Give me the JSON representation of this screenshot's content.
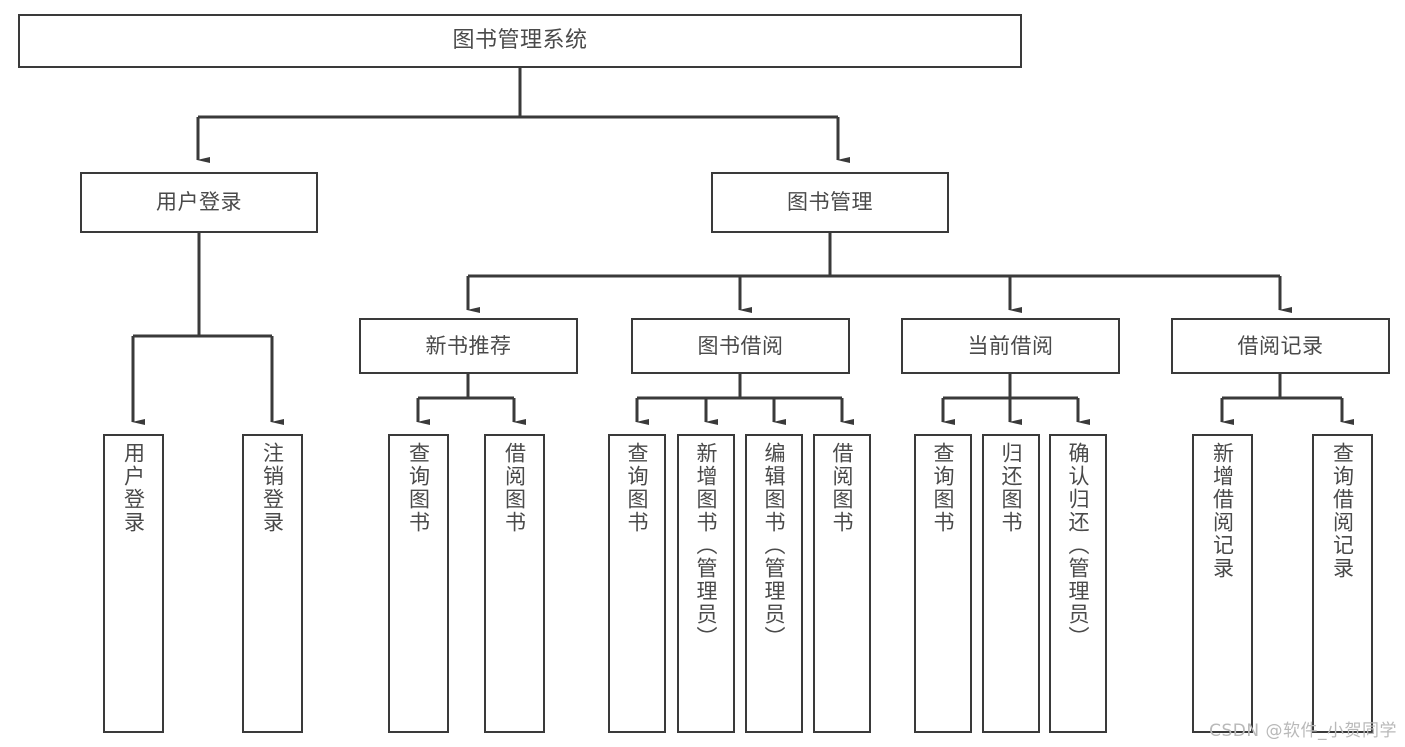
{
  "diagram": {
    "title": "图书管理系统",
    "type": "tree-hierarchy-diagram",
    "background_color": "#ffffff",
    "box_border_color": "#3a3a3a",
    "text_color": "#4a4a4a",
    "connector_color": "#3a3a3a"
  },
  "root": {
    "label": "图书管理系统"
  },
  "level1": [
    {
      "label": "用户登录"
    },
    {
      "label": "图书管理"
    }
  ],
  "level2": [
    {
      "label": "新书推荐"
    },
    {
      "label": "图书借阅"
    },
    {
      "label": "当前借阅"
    },
    {
      "label": "借阅记录"
    }
  ],
  "leaves": {
    "user_login": [
      {
        "label": "用户登录"
      },
      {
        "label": "注销登录"
      }
    ],
    "new_book_recommend": [
      {
        "label": "查询图书"
      },
      {
        "label": "借阅图书"
      }
    ],
    "book_borrow": [
      {
        "label": "查询图书"
      },
      {
        "label": "新增图书（管理员）"
      },
      {
        "label": "编辑图书（管理员）"
      },
      {
        "label": "借阅图书"
      }
    ],
    "current_borrow": [
      {
        "label": "查询图书"
      },
      {
        "label": "归还图书"
      },
      {
        "label": "确认归还（管理员）"
      }
    ],
    "borrow_record": [
      {
        "label": "新增借阅记录"
      },
      {
        "label": "查询借阅记录"
      }
    ]
  },
  "watermark": {
    "text": "CSDN @软件_小贺同学"
  }
}
